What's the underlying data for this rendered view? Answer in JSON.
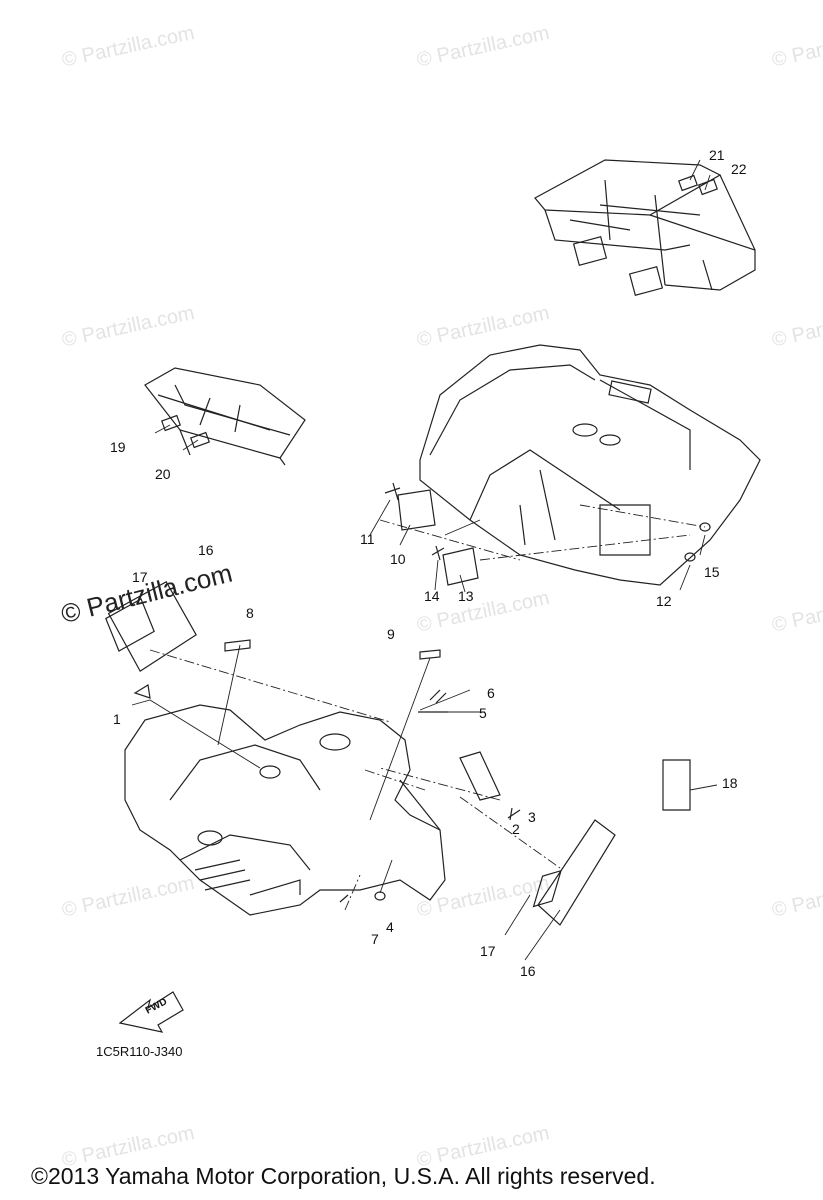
{
  "watermark": {
    "text": "© Partzilla.com"
  },
  "diagram_code": "1C5R110-J340",
  "fwd_label": "FWD",
  "copyright": "©2013 Yamaha Motor Corporation, U.S.A. All rights reserved.",
  "callouts": [
    {
      "id": "c1",
      "label": "1"
    },
    {
      "id": "c2",
      "label": "2"
    },
    {
      "id": "c3",
      "label": "3"
    },
    {
      "id": "c4",
      "label": "4"
    },
    {
      "id": "c5",
      "label": "5"
    },
    {
      "id": "c6",
      "label": "6"
    },
    {
      "id": "c7",
      "label": "7"
    },
    {
      "id": "c8",
      "label": "8"
    },
    {
      "id": "c9",
      "label": "9"
    },
    {
      "id": "c10",
      "label": "10"
    },
    {
      "id": "c11",
      "label": "11"
    },
    {
      "id": "c12",
      "label": "12"
    },
    {
      "id": "c13",
      "label": "13"
    },
    {
      "id": "c14",
      "label": "14"
    },
    {
      "id": "c15",
      "label": "15"
    },
    {
      "id": "c16a",
      "label": "16"
    },
    {
      "id": "c16b",
      "label": "16"
    },
    {
      "id": "c17a",
      "label": "17"
    },
    {
      "id": "c17b",
      "label": "17"
    },
    {
      "id": "c18",
      "label": "18"
    },
    {
      "id": "c19",
      "label": "19"
    },
    {
      "id": "c20",
      "label": "20"
    },
    {
      "id": "c21",
      "label": "21"
    },
    {
      "id": "c22",
      "label": "22"
    }
  ]
}
